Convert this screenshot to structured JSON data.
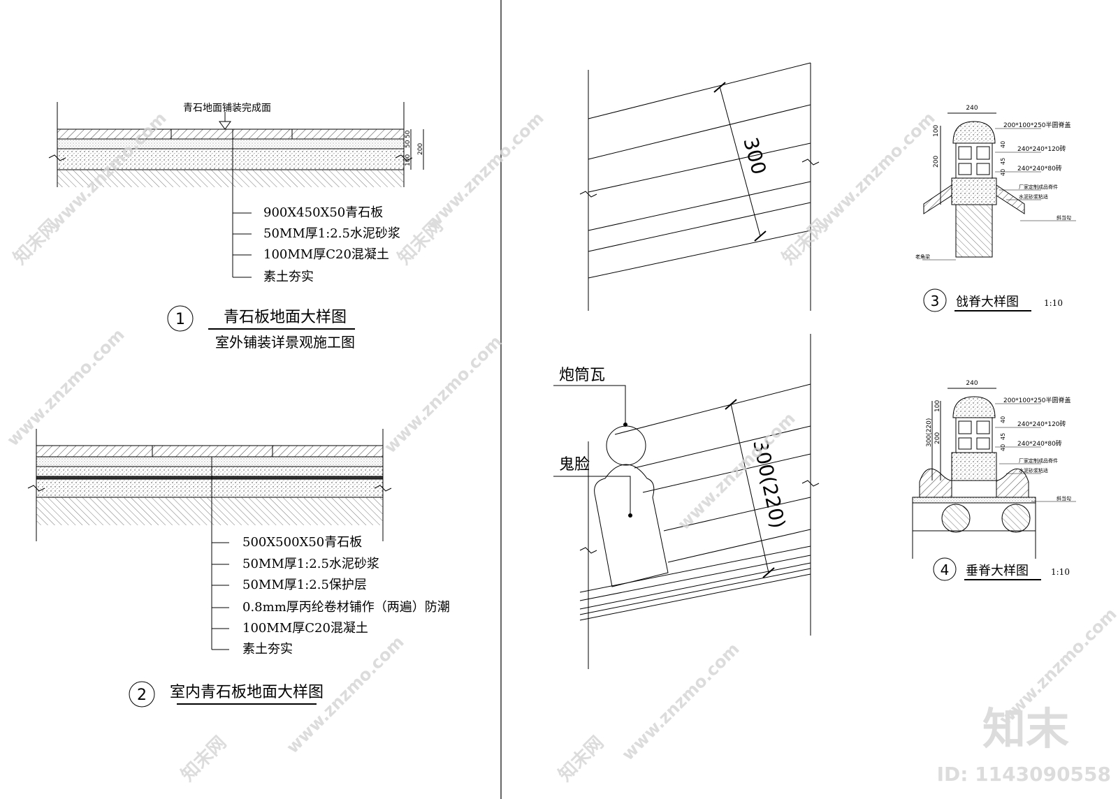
{
  "detail1": {
    "top_label": "青石地面铺装完成面",
    "dims": [
      "50",
      "50",
      "100",
      "200"
    ],
    "layers": [
      "900X450X50青石板",
      "50MM厚1:2.5水泥砂浆",
      "100MM厚C20混凝土",
      "素土夯实"
    ],
    "number": "1",
    "title": "青石板地面大样图",
    "subtitle": "室外铺装详景观施工图"
  },
  "detail2": {
    "layers": [
      "500X500X50青石板",
      "50MM厚1:2.5水泥砂浆",
      "50MM厚1:2.5保护层",
      "0.8mm厚丙纶卷材铺作（两遍）防潮",
      "100MM厚C20混凝土",
      "素土夯实"
    ],
    "number": "2",
    "title": "室内青石板地面大样图"
  },
  "roof_section_a": {
    "dim": "300"
  },
  "roof_section_b": {
    "dim": "300(220)",
    "label_tube": "炮筒瓦",
    "label_face": "鬼脸"
  },
  "detail3": {
    "width": "240",
    "dims_left": [
      "100",
      "200"
    ],
    "dims_mid": [
      "40",
      "45",
      "40"
    ],
    "notes": [
      "200*100*250半圆脊盖",
      "240*240*120砖",
      "240*240*80砖",
      "厂家定制成品脊件",
      "水泥砂浆粘适",
      "斜当勾",
      "老角梁"
    ],
    "number": "3",
    "title": "戗脊大样图",
    "scale": "1:10"
  },
  "detail4": {
    "width": "240",
    "dims_left": [
      "100",
      "200",
      "300(220)"
    ],
    "dims_mid": [
      "40",
      "45",
      "40"
    ],
    "notes": [
      "200*100*250半圆脊盖",
      "240*240*120砖",
      "240*240*80砖",
      "厂家定制成品脊件",
      "水泥砂浆粘适",
      "斜当勾"
    ],
    "number": "4",
    "title": "垂脊大样图",
    "scale": "1:10"
  },
  "watermark": {
    "site": "www.znzmo.com",
    "brand_cn": "知末网",
    "logo": "知末",
    "id": "ID: 1143090558"
  }
}
